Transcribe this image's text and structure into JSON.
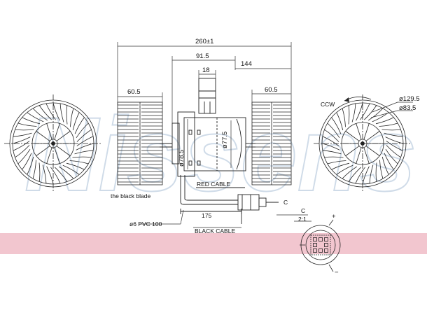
{
  "watermark": {
    "brand": "Nissens",
    "color": "#a9bfd6"
  },
  "band": {
    "color": "#f2c6cf"
  },
  "dimensions": {
    "overall_width": "260±1",
    "motor_width": "91.5",
    "right_span": "144",
    "shaft_block": "18",
    "left_fan_width": "60.5",
    "right_fan_width": "60.5",
    "motor_diameter": "ø78.5",
    "housing_diameter": "ø77.5",
    "fan_outer_diameter": "ø129.5",
    "fan_inner_diameter": "ø83.5",
    "cable_length": "175"
  },
  "labels": {
    "rotation": "CCW",
    "blade_note": "the black blade",
    "red_cable": "RED CABLE",
    "black_cable": "BLACK CABLE",
    "pvc_note": "ø6 PVC 100",
    "connector_ref": "C",
    "detail_title": "C",
    "detail_scale": "2:1",
    "plus": "+",
    "minus": "−"
  },
  "colors": {
    "line": "#222222",
    "dimension": "#333333"
  }
}
